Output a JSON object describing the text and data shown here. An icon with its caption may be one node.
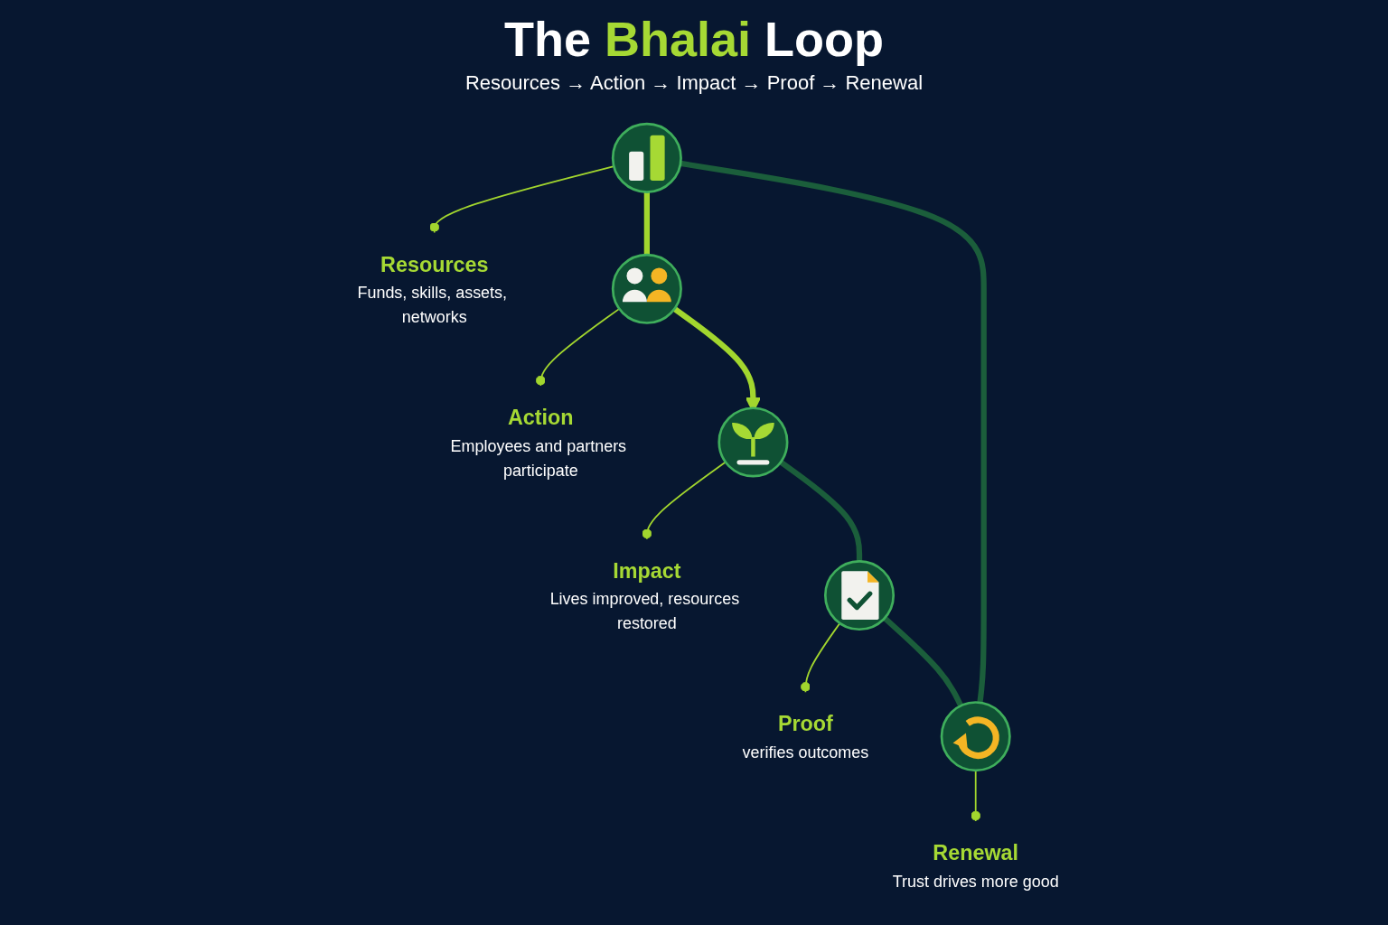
{
  "diagram": {
    "title": "The Bhalai Loop",
    "nodes": [
      {
        "text": [
          "Resources",
          "Funds, skills, assets, networks"
        ]
      },
      {
        "text": [],
        "shape": "circle"
      },
      {
        "text": [
          "Renewal",
          "Trust drives more good"
        ]
      },
      {
        "text": [],
        "shape": "circle"
      },
      {
        "text": [],
        "shape": "circle"
      },
      {
        "text": [
          "Action",
          "Employees and partners participate"
        ]
      },
      {
        "text": [
          "Proof",
          "verifies outcomes"
        ]
      },
      {
        "text": [],
        "shape": "circle"
      },
      {
        "text": [],
        "shape": "circle"
      },
      {
        "text": [
          "Impact",
          "Lives improved, resources restored"
        ]
      }
    ],
    "edges": [
      {
        "from": 1,
        "to": 4,
        "arrow": "none",
        "style": "thick"
      },
      {
        "from": 4,
        "to": 8,
        "arrow": "to",
        "style": "thick"
      },
      {
        "from": 8,
        "to": 7,
        "arrow": "none",
        "style": "thick",
        "color": "#1b5e3b"
      },
      {
        "from": 7,
        "to": 3,
        "arrow": "none",
        "style": "thick",
        "color": "#1b5e3b"
      },
      {
        "from": 3,
        "to": 1,
        "arrow": "none",
        "style": "thick",
        "color": "#1b5e3b"
      },
      {
        "from": 1,
        "to": 0,
        "arrow": "other"
      },
      {
        "from": 3,
        "to": 2,
        "arrow": "other"
      },
      {
        "from": 4,
        "to": 5,
        "arrow": "other"
      },
      {
        "from": 7,
        "to": 6,
        "arrow": "other"
      },
      {
        "from": 8,
        "to": 9,
        "arrow": "other"
      }
    ],
    "labels": [
      "Resources → Action → Impact → Proof → Renewal"
    ]
  }
}
